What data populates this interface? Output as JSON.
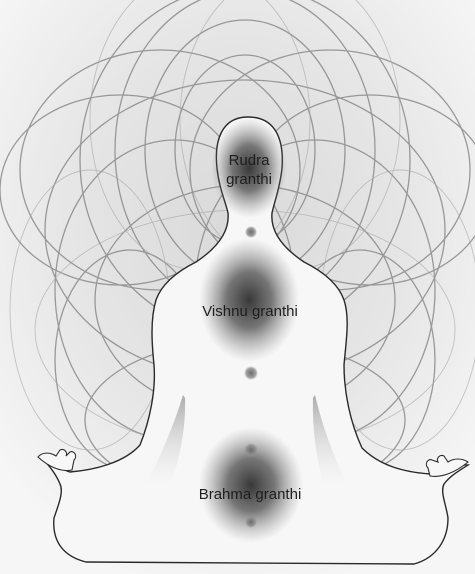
{
  "labels": {
    "rudra_line1": "Rudra",
    "rudra_line2": "granthi",
    "vishnu": "Vishnu granthi",
    "brahma": "Brahma granthi"
  },
  "colors": {
    "background": "#ececec",
    "figure_fill": "#f7f7f7",
    "figure_outline": "#2a2a2a",
    "rings": "#8a8a8a",
    "knot_dark": "#2e2e2e",
    "text": "#1e1e1e"
  },
  "icons": {
    "knots": "dark-glow-orb",
    "points": "small-grey-dot"
  }
}
